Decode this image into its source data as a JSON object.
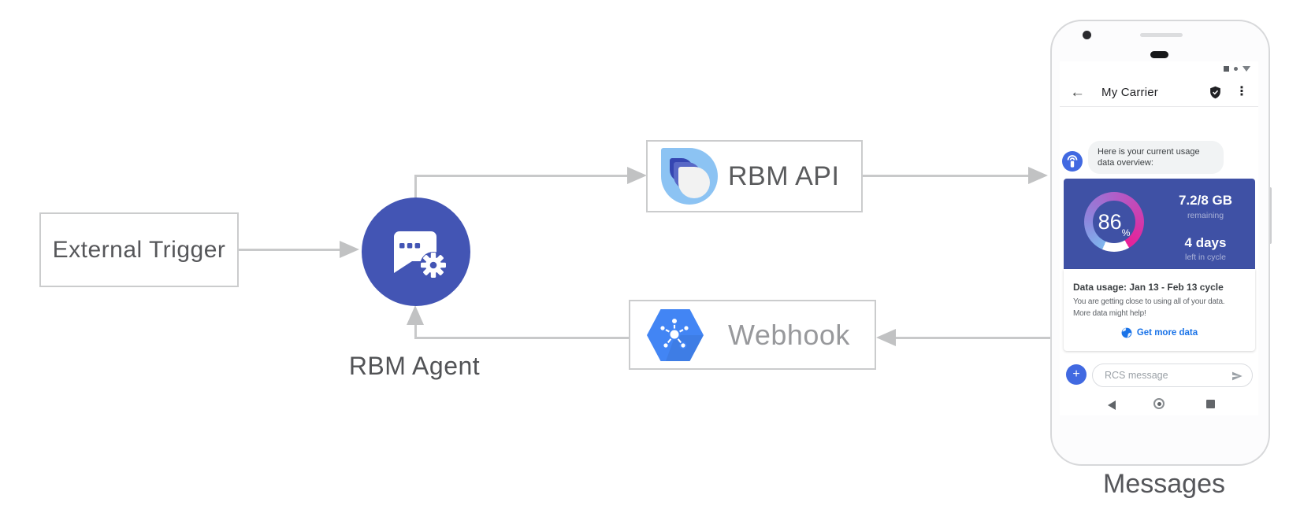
{
  "diagram": {
    "external_trigger_label": "External Trigger",
    "rbm_agent_label": "RBM Agent",
    "rbm_api_label": "RBM API",
    "webhook_label": "Webhook",
    "phone_caption": "Messages"
  },
  "phone": {
    "app_bar": {
      "title": "My Carrier"
    },
    "chat": {
      "bubble_line1": "Here is your current usage",
      "bubble_line2": "data overview:"
    },
    "usage_card": {
      "gauge_percent": "86",
      "gauge_percent_sign": "%",
      "remaining_value": "7.2/8 GB",
      "remaining_label": "remaining",
      "days_value": "4 days",
      "days_label": "left in cycle",
      "heading": "Data usage: Jan 13 - Feb 13 cycle",
      "body_line1": "You are getting close to using all of your data.",
      "body_line2": "More data might help!",
      "action_label": "Get more data"
    },
    "compose": {
      "placeholder": "RCS message"
    }
  },
  "icons": {
    "back_arrow": "←",
    "overflow_menu": "⋮",
    "plus": "+"
  },
  "colors": {
    "agent_blue": "#4355b4",
    "usage_card_blue": "#3f51a5",
    "chat_accent_blue": "#4169e1",
    "link_blue": "#1a73e8",
    "hexagon_blue": "#4285f4",
    "logo_light_blue": "#8cc3f3",
    "line_gray": "#c8c9ca"
  }
}
